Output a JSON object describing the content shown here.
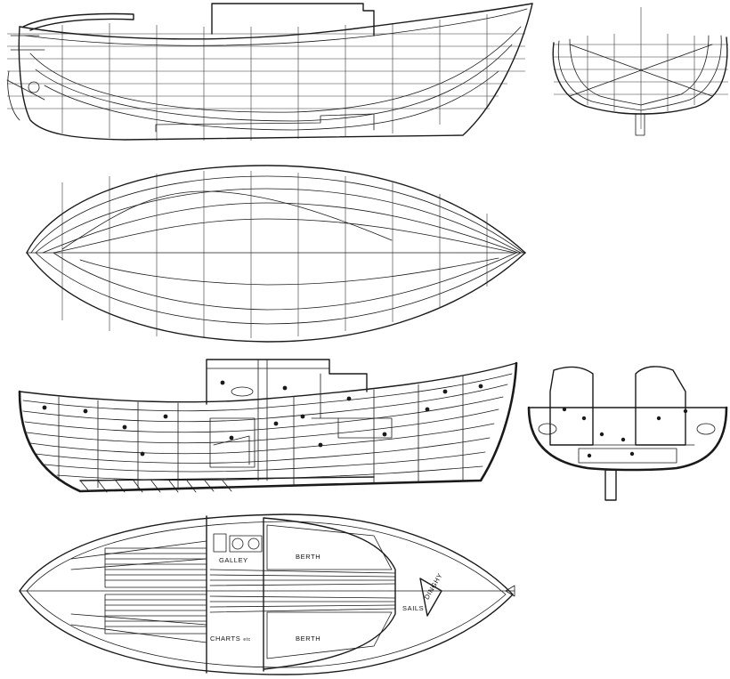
{
  "drawings": [
    {
      "id": "profile-lines",
      "kind": "sheer-plan"
    },
    {
      "id": "body-plan",
      "kind": "sections"
    },
    {
      "id": "half-breadth",
      "kind": "waterlines"
    },
    {
      "id": "construction-profile",
      "kind": "inboard-profile"
    },
    {
      "id": "construction-section",
      "kind": "midship-section"
    },
    {
      "id": "accommodation-plan",
      "kind": "deck-plan"
    }
  ],
  "labels": {
    "galley": "GALLEY",
    "berth_upper": "BERTH",
    "berth_lower": "BERTH",
    "charts": "CHARTS",
    "charts_suffix": "etc",
    "sails": "SAILS",
    "dinghy": "DINGHY"
  },
  "colors": {
    "ink": "#1a1a1a",
    "paper": "#ffffff"
  }
}
